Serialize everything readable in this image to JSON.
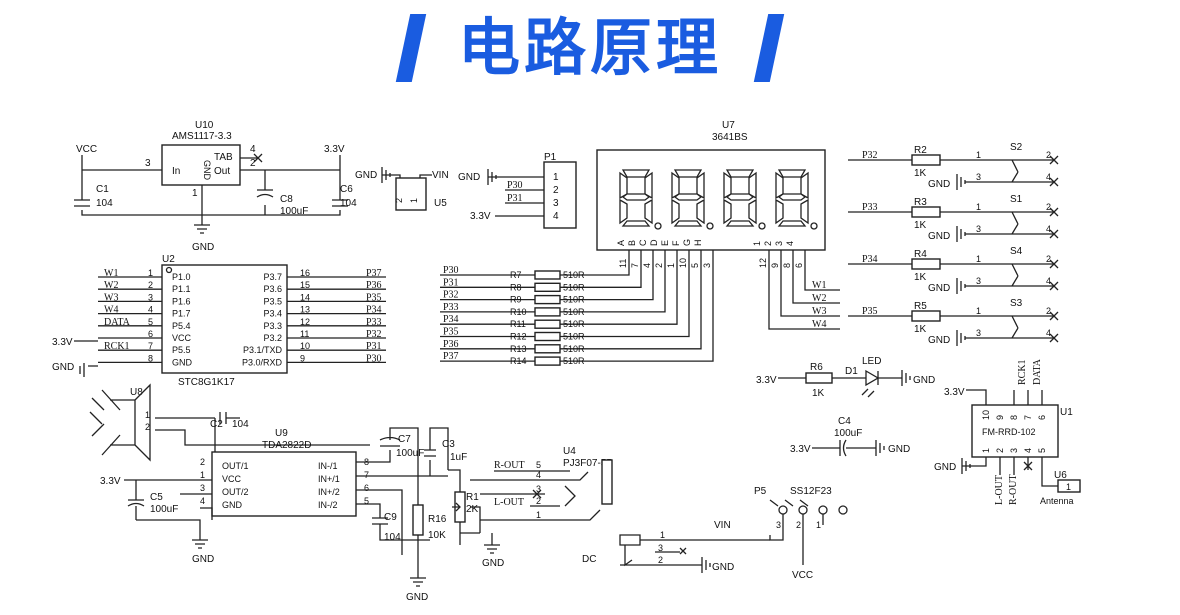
{
  "title": "电路原理",
  "u10": {
    "ref": "U10",
    "part": "AMS1117-3.3",
    "pin_in": "In",
    "pin_gnd": "GND",
    "pin_tab": "TAB",
    "pin_out": "Out",
    "p3": "3",
    "p1": "1",
    "p2": "2",
    "p4": "4"
  },
  "power": {
    "vcc": "VCC",
    "v33": "3.3V",
    "gnd": "GND",
    "vin": "VIN"
  },
  "caps": {
    "c1": "C1",
    "c1v": "104",
    "c8": "C8",
    "c8v": "100uF",
    "c6": "C6",
    "c6v": "104",
    "c2": "C2",
    "c2v": "104",
    "c5": "C5",
    "c5v": "100uF",
    "c7": "C7",
    "c7v": "100uF",
    "c3": "C3",
    "c3v": "1uF",
    "c9": "C9",
    "c9v": "104",
    "c4": "C4",
    "c4v": "100uF"
  },
  "u5": {
    "ref": "U5",
    "p2": "2",
    "p1": "1"
  },
  "p1": {
    "ref": "P1",
    "n1": "P30",
    "n2": "P31",
    "pins": [
      "1",
      "2",
      "3",
      "4"
    ]
  },
  "u7": {
    "ref": "U7",
    "part": "3641BS",
    "segs": [
      "A",
      "B",
      "C",
      "D",
      "E",
      "F",
      "G",
      "H",
      "1",
      "2",
      "3",
      "4"
    ],
    "pins_l": [
      "11",
      "7",
      "4",
      "2",
      "1",
      "10",
      "5",
      "3"
    ],
    "pins_r": [
      "12",
      "9",
      "8",
      "6"
    ],
    "dig_labels": [
      "W1",
      "W2",
      "W3",
      "W4"
    ]
  },
  "u2": {
    "ref": "U2",
    "part": "STC8G1K17",
    "lpins": [
      {
        "net": "W1",
        "n": "1",
        "name": "P1.0"
      },
      {
        "net": "W2",
        "n": "2",
        "name": "P1.1"
      },
      {
        "net": "W3",
        "n": "3",
        "name": "P1.6"
      },
      {
        "net": "W4",
        "n": "4",
        "name": "P1.7"
      },
      {
        "net": "DATA",
        "n": "5",
        "name": "P5.4"
      },
      {
        "net": "",
        "n": "6",
        "name": "VCC"
      },
      {
        "net": "RCK1",
        "n": "7",
        "name": "P5.5"
      },
      {
        "net": "",
        "n": "8",
        "name": "GND"
      }
    ],
    "rpins": [
      {
        "net": "P37",
        "n": "16",
        "name": "P3.7"
      },
      {
        "net": "P36",
        "n": "15",
        "name": "P3.6"
      },
      {
        "net": "P35",
        "n": "14",
        "name": "P3.5"
      },
      {
        "net": "P34",
        "n": "13",
        "name": "P3.4"
      },
      {
        "net": "P33",
        "n": "12",
        "name": "P3.3"
      },
      {
        "net": "P32",
        "n": "11",
        "name": "P3.2"
      },
      {
        "net": "P31",
        "n": "10",
        "name": "P3.1/TXD"
      },
      {
        "net": "P30",
        "n": "9",
        "name": "P3.0/RXD"
      }
    ]
  },
  "rarray": [
    {
      "net": "P30",
      "ref": "R7",
      "val": "510R"
    },
    {
      "net": "P31",
      "ref": "R8",
      "val": "510R"
    },
    {
      "net": "P32",
      "ref": "R9",
      "val": "510R"
    },
    {
      "net": "P33",
      "ref": "R10",
      "val": "510R"
    },
    {
      "net": "P34",
      "ref": "R11",
      "val": "510R"
    },
    {
      "net": "P35",
      "ref": "R12",
      "val": "510R"
    },
    {
      "net": "P36",
      "ref": "R13",
      "val": "510R"
    },
    {
      "net": "P37",
      "ref": "R14",
      "val": "510R"
    }
  ],
  "buttons": [
    {
      "net": "P32",
      "ref": "R2",
      "val": "1K",
      "sw": "S2",
      "sub": "S1"
    },
    {
      "net": "P33",
      "ref": "R3",
      "val": "1K",
      "sw": "",
      "sub": "S4"
    },
    {
      "net": "P34",
      "ref": "R4",
      "val": "1K",
      "sw": "",
      "sub": "S3"
    },
    {
      "net": "P35",
      "ref": "R5",
      "val": "1K",
      "sw": "",
      "sub": ""
    }
  ],
  "btn_pins": {
    "a": "1",
    "b": "3",
    "c": "2",
    "d": "4"
  },
  "led": {
    "r": "R6",
    "rv": "1K",
    "d": "D1",
    "label": "LED"
  },
  "u1": {
    "ref": "U1",
    "part": "FM-RRD-102",
    "top": [
      "10",
      "9",
      "8",
      "7",
      "6"
    ],
    "bot": [
      "1",
      "2",
      "3",
      "4",
      "5"
    ],
    "rck": "RCK1",
    "data": "DATA",
    "lout": "L-OUT",
    "rout": "R-OUT",
    "u6": "U6",
    "u6p": "1",
    "ant": "Antenna"
  },
  "u8": {
    "ref": "U8",
    "p1": "1",
    "p2": "2"
  },
  "u9": {
    "ref": "U9",
    "part": "TDA2822D",
    "l": [
      "OUT/1",
      "VCC",
      "OUT/2",
      "GND"
    ],
    "ln": [
      "2",
      "1",
      "3",
      "4"
    ],
    "r": [
      "IN-/1",
      "IN+/1",
      "IN+/2",
      "IN-/2"
    ],
    "rn": [
      "8",
      "7",
      "6",
      "5"
    ]
  },
  "r1": {
    "ref": "R1",
    "val": "2K"
  },
  "r16": {
    "ref": "R16",
    "val": "10K"
  },
  "u4": {
    "ref": "U4",
    "part": "PJ3F07-5P",
    "rout": "R-OUT",
    "lout": "L-OUT",
    "pins": [
      "5",
      "4",
      "3",
      "2",
      "1"
    ]
  },
  "p5": {
    "ref": "P5",
    "part": "SS12F23",
    "pins": [
      "3",
      "2",
      "1"
    ]
  },
  "dc": {
    "label": "DC",
    "pins": [
      "1",
      "3",
      "2"
    ]
  }
}
